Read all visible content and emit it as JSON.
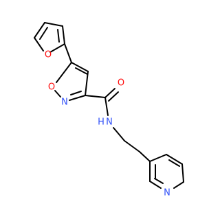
{
  "molecule": {
    "atoms": [
      {
        "id": "O_furan",
        "label": "O",
        "color": "#ff0d0d"
      },
      {
        "id": "O_isoxazole",
        "label": "O",
        "color": "#ff0d0d"
      },
      {
        "id": "N_isoxazole",
        "label": "N",
        "color": "#3050f8"
      },
      {
        "id": "O_carbonyl",
        "label": "O",
        "color": "#ff0d0d"
      },
      {
        "id": "N_amide",
        "label": "N",
        "color": "#3050f8"
      },
      {
        "id": "H_amide",
        "label": "H",
        "color": "#3050f8"
      },
      {
        "id": "N_pyridine",
        "label": "N",
        "color": "#3050f8"
      }
    ]
  }
}
